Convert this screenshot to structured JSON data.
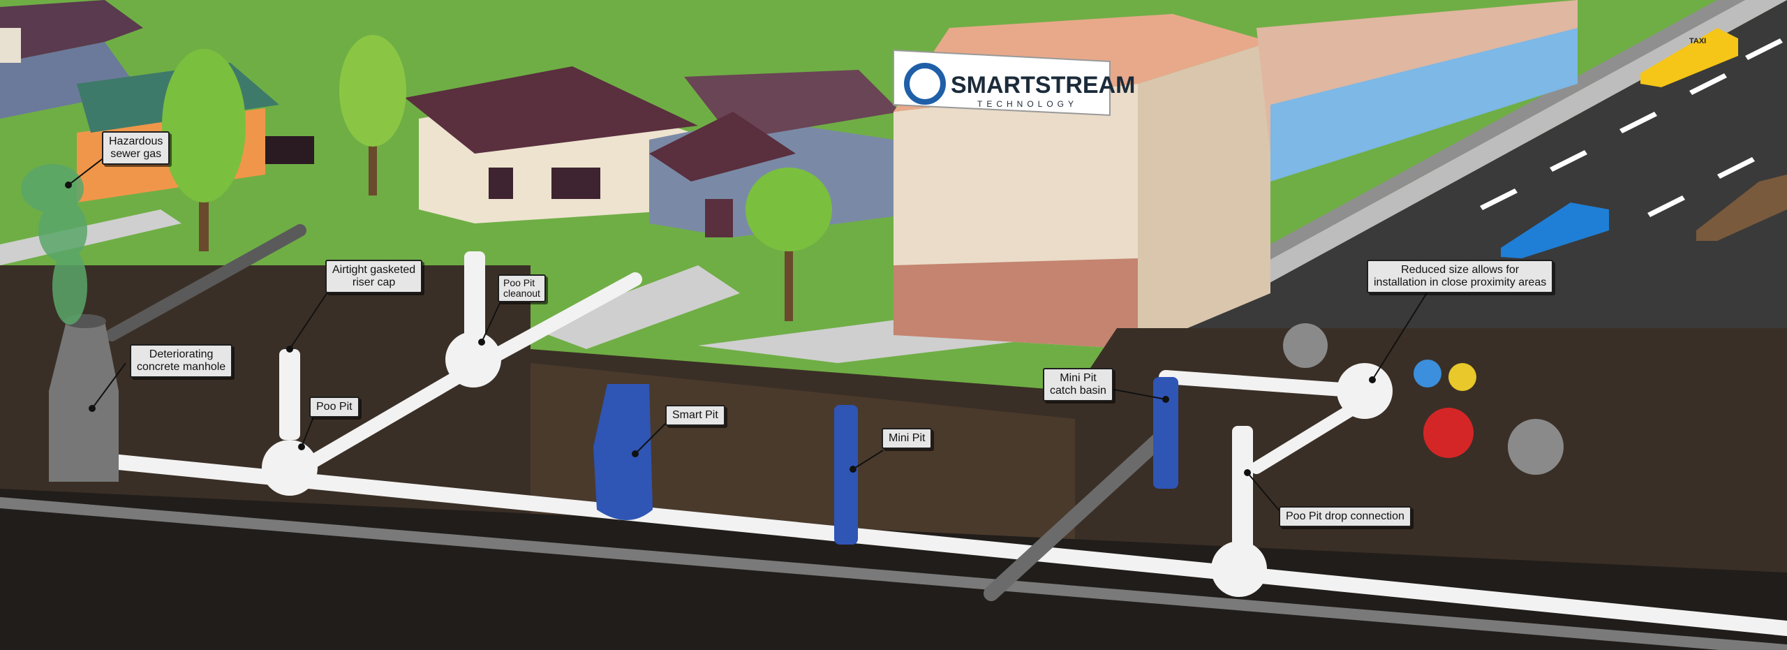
{
  "brand": {
    "name_part1": "SMART",
    "name_part2": "STREAM",
    "tagline": "TECHNOLOGY",
    "color_dark": "#1b2b3a",
    "color_accent": "#1f5fa8"
  },
  "taxi_sign": "TAXI",
  "callouts": [
    {
      "id": "hazardous-sewer-gas",
      "text": "Hazardous\nsewer gas"
    },
    {
      "id": "airtight-riser-cap",
      "text": "Airtight gasketed\nriser cap"
    },
    {
      "id": "poo-pit-cleanout",
      "text": "Poo     Pit\ncleanout"
    },
    {
      "id": "deteriorating-manhole",
      "text": "Deteriorating\nconcrete manhole"
    },
    {
      "id": "poo-pit",
      "text": "Poo Pit"
    },
    {
      "id": "smart-pit",
      "text": "Smart Pit"
    },
    {
      "id": "mini-pit",
      "text": "Mini Pit"
    },
    {
      "id": "mini-pit-catch-basin",
      "text": "Mini Pit\ncatch basin"
    },
    {
      "id": "reduced-size",
      "text": "Reduced size allows for\ninstallation in close proximity areas"
    },
    {
      "id": "poo-pit-drop-connection",
      "text": "Poo Pit drop connection"
    }
  ],
  "colors": {
    "grass": "#6fae45",
    "soil": "#3a2f26",
    "pipe": "#f2f2f2",
    "pit_blue": "#2f55b5",
    "sewer_gas": "#5aa66a",
    "road": "#3a3a3a"
  }
}
